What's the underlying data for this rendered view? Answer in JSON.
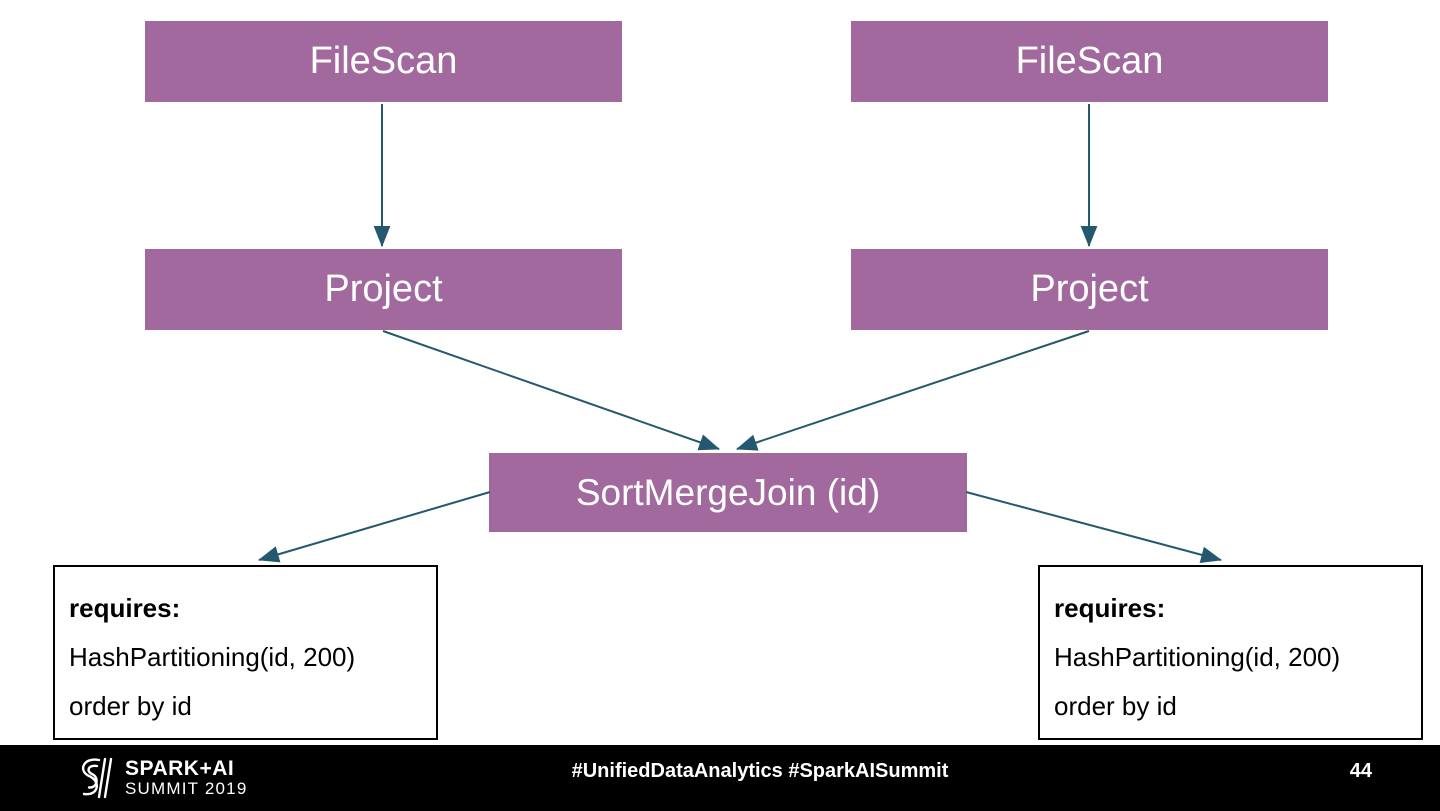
{
  "slide": {
    "colors": {
      "node_fill": "#a1699d",
      "arrow": "#24586f",
      "footer_bg": "#000000"
    },
    "diagram": {
      "filescan_left": "FileScan",
      "filescan_right": "FileScan",
      "project_left": "Project",
      "project_right": "Project",
      "join": "SortMergeJoin (id)",
      "requires_left": {
        "title": "requires:",
        "line1": "HashPartitioning(id, 200)",
        "line2": "order by id"
      },
      "requires_right": {
        "title": "requires:",
        "line1": "HashPartitioning(id, 200)",
        "line2": "order by id"
      }
    },
    "footer": {
      "logo_line1": "SPARK+AI",
      "logo_line2": "SUMMIT 2019",
      "hashtags": "#UnifiedDataAnalytics #SparkAISummit",
      "page_number": "44"
    }
  }
}
